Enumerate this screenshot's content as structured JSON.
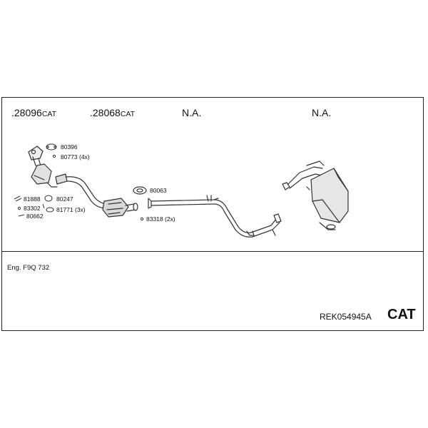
{
  "columns": [
    {
      "number": ".28096",
      "suffix": "CAT"
    },
    {
      "number": ".28068",
      "suffix": "CAT"
    },
    {
      "number": "N.A.",
      "suffix": ""
    },
    {
      "number": "N.A.",
      "suffix": ""
    }
  ],
  "parts": {
    "p80396": "80396",
    "p80773": "80773 (4x)",
    "p81888": "81888",
    "p83302": "83302",
    "p80662": "80662",
    "p80247": "80247",
    "p81771": "81771 (3x)",
    "p80063": "80063",
    "p83318": "83318 (2x)"
  },
  "engine": "Eng. F9Q 732",
  "reference": "REK054945A",
  "category": "CAT"
}
